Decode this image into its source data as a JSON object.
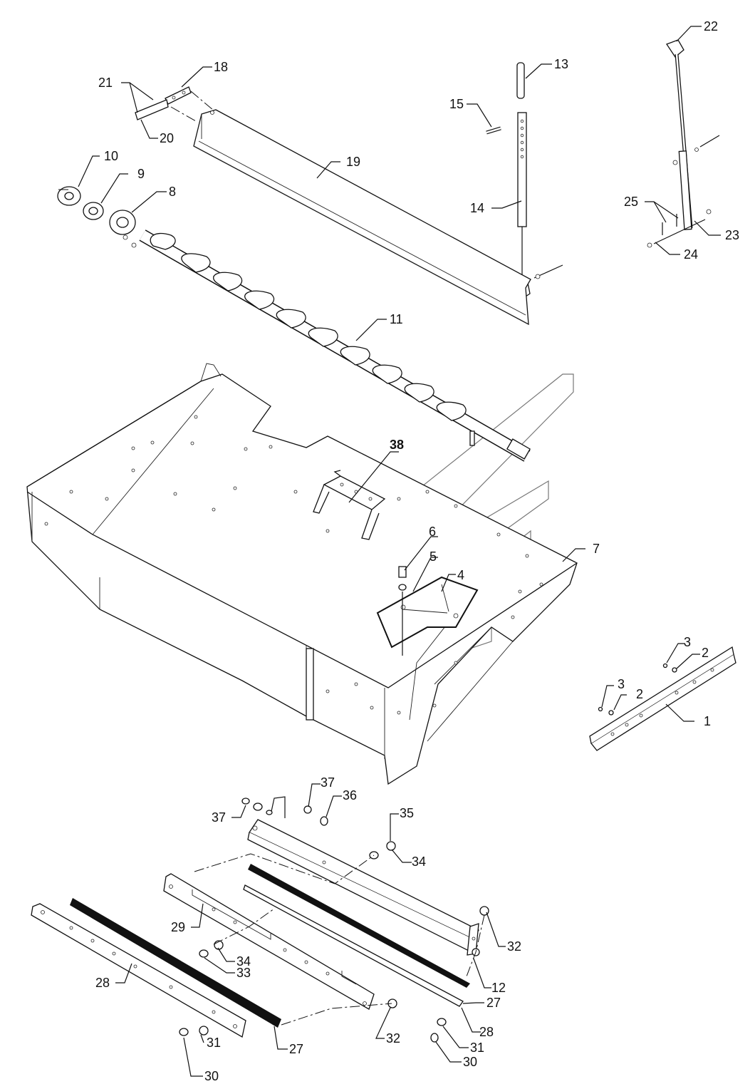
{
  "labels": {
    "p1": "1",
    "p2a": "2",
    "p2b": "2",
    "p3a": "3",
    "p3b": "3",
    "p4": "4",
    "p5": "5",
    "p6": "6",
    "p7": "7",
    "p8": "8",
    "p9": "9",
    "p10": "10",
    "p11": "11",
    "p12": "12",
    "p13": "13",
    "p14": "14",
    "p15": "15",
    "p18": "18",
    "p19": "19",
    "p20": "20",
    "p21": "21",
    "p22": "22",
    "p23": "23",
    "p24": "24",
    "p25": "25",
    "p27a": "27",
    "p27b": "27",
    "p28a": "28",
    "p28b": "28",
    "p29": "29",
    "p30a": "30",
    "p30b": "30",
    "p31a": "31",
    "p31b": "31",
    "p32a": "32",
    "p32b": "32",
    "p33": "33",
    "p34a": "34",
    "p34b": "34",
    "p35": "35",
    "p36": "36",
    "p37a": "37",
    "p37b": "37",
    "p38": "38"
  },
  "colors": {
    "line": "#111111",
    "watermark": "#777777",
    "background": "#ffffff"
  }
}
